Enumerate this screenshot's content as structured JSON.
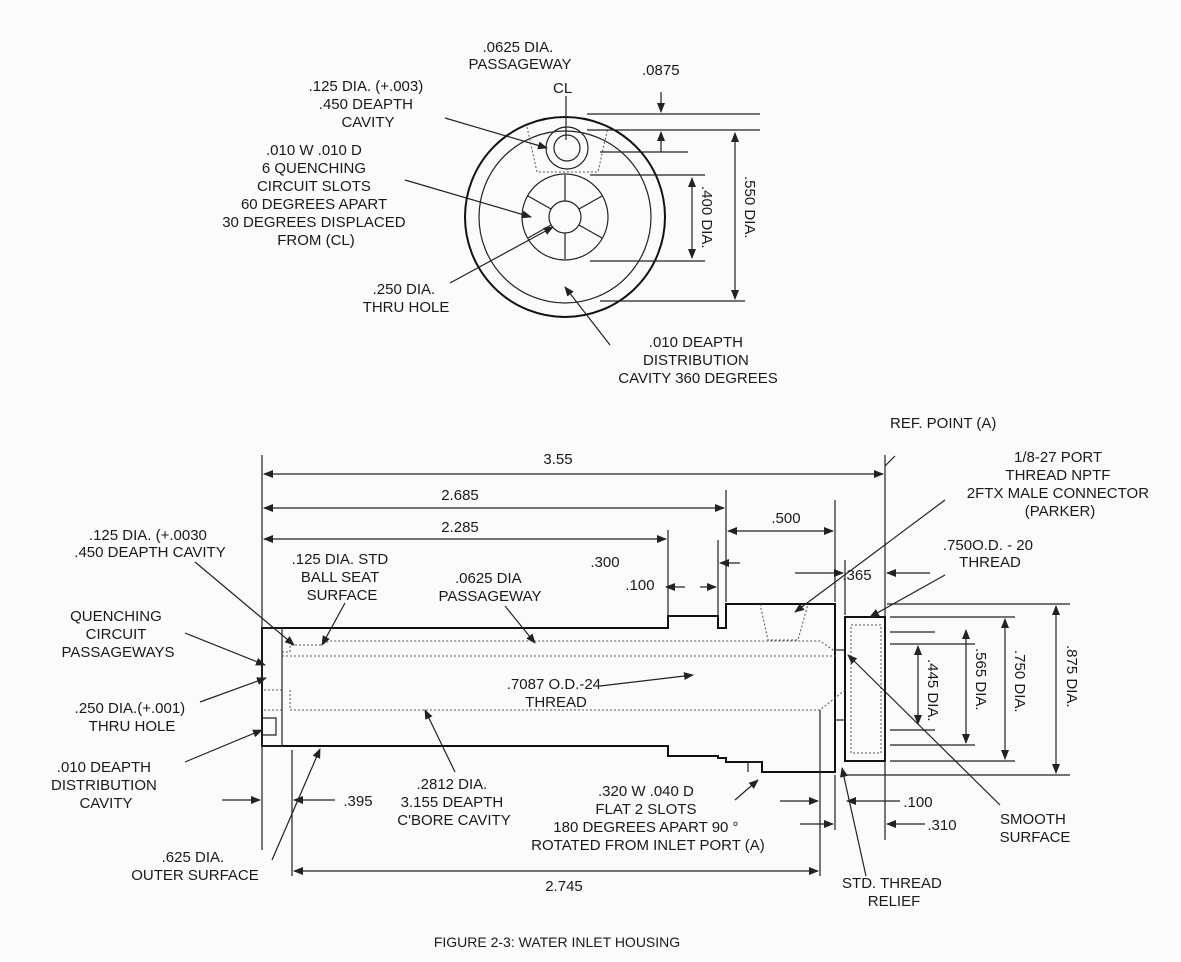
{
  "labels": {
    "top_passageway": [
      ".0625 DIA.",
      "PASSAGEWAY"
    ],
    "cl": "CL",
    "dim_0875": ".0875",
    "top_cavity": [
      ".125 DIA. (+.003)",
      ".450 DEAPTH",
      "CAVITY"
    ],
    "slots": [
      ".010 W .010 D",
      "6 QUENCHING",
      "CIRCUIT SLOTS",
      "60 DEGREES APART",
      "30 DEGREES DISPLACED",
      "FROM (CL)"
    ],
    "dia_400": ".400 DIA.",
    "dia_550": ".550 DIA.",
    "top_thru_hole": [
      ".250 DIA.",
      "THRU HOLE"
    ],
    "top_distribution": [
      ".010 DEAPTH",
      "DISTRIBUTION",
      "CAVITY 360 DEGREES"
    ],
    "ref_point": "REF. POINT (A)",
    "dim_355": "3.55",
    "port": [
      "1/8-27 PORT",
      "THREAD NPTF",
      "2FTX MALE CONNECTOR",
      "(PARKER)"
    ],
    "dim_2685": "2.685",
    "dim_500": ".500",
    "dim_2285": "2.285",
    "od_750": [
      ".750O.D. - 20",
      "THREAD"
    ],
    "side_cavity": [
      ".125 DIA. (+.0030",
      ".450 DEAPTH CAVITY"
    ],
    "ball_seat": [
      ".125 DIA. STD",
      "BALL SEAT",
      "SURFACE"
    ],
    "dim_300": ".300",
    "dim_100a": ".100",
    "dim_365": ".365",
    "side_passageway": [
      ".0625 DIA",
      "PASSAGEWAY"
    ],
    "quench_pass": [
      "QUENCHING",
      "CIRCUIT",
      "PASSAGEWAYS"
    ],
    "od_7087": [
      ".7087 O.D.-24",
      "THREAD"
    ],
    "dia_445": ".445 DIA.",
    "dia_565": ".565 DIA.",
    "dia_750": ".750 DIA.",
    "dia_875": ".875 DIA.",
    "side_thru_hole": [
      ".250 DIA.(+.001)",
      "THRU HOLE"
    ],
    "side_distribution": [
      ".010 DEAPTH",
      "DISTRIBUTION",
      "CAVITY"
    ],
    "dim_395": ".395",
    "cbore": [
      ".2812 DIA.",
      "3.155 DEAPTH",
      "C'BORE CAVITY"
    ],
    "flat_slots": [
      ".320 W .040 D",
      "FLAT 2 SLOTS",
      "180 DEGREES APART 90 °",
      "ROTATED FROM  INLET PORT (A)"
    ],
    "dim_100b": ".100",
    "dim_310": ".310",
    "smooth": [
      "SMOOTH",
      "SURFACE"
    ],
    "outer": [
      ".625 DIA.",
      "OUTER SURFACE"
    ],
    "dim_2745": "2.745",
    "relief": [
      "STD. THREAD",
      "RELIEF"
    ],
    "caption": "FIGURE 2-3: WATER  INLET HOUSING"
  }
}
